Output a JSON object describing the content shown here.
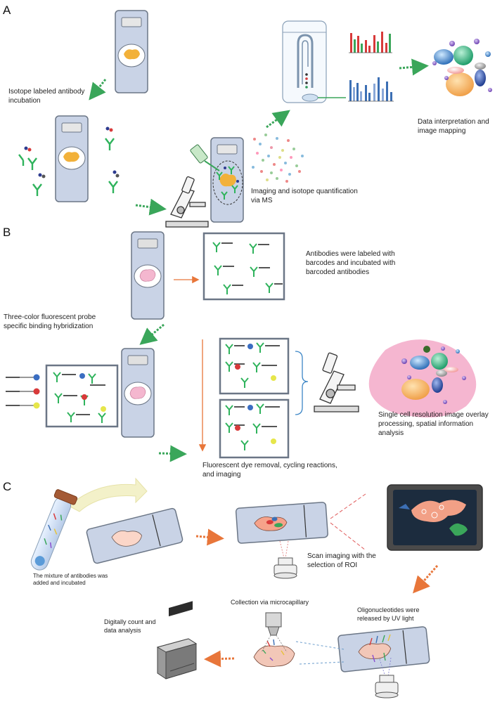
{
  "panels": {
    "a": {
      "letter": "A",
      "label_antibody_line1": "Isotope labeled antibody",
      "label_antibody_line2": "incubation",
      "label_imaging_line1": "Imaging and isotope quantification",
      "label_imaging_line2": "via MS",
      "label_data_line1": "Data interpretation and",
      "label_data_line2": "image mapping"
    },
    "b": {
      "letter": "B",
      "label_barcodes_line1": "Antibodies were labeled with",
      "label_barcodes_line2": "barcodes and incubated with",
      "label_barcodes_line3": "barcoded antibodies",
      "label_probe_line1": "Three-color fluorescent probe",
      "label_probe_line2": "specific binding hybridization",
      "label_cycling_line1": "Fluorescent dye removal, cycling reactions,",
      "label_cycling_line2": "and imaging",
      "label_single_line1": "Single cell resolution image overlay",
      "label_single_line2": "processing, spatial information",
      "label_single_line3": "analysis"
    },
    "c": {
      "letter": "C",
      "label_mixture_line1": "The mixture of antibodies was",
      "label_mixture_line2": "added and incubated",
      "label_scan_line1": "Scan imaging with the",
      "label_scan_line2": "selection of ROI",
      "label_uv_line1": "Oligonucleotides were",
      "label_uv_line2": "released by UV light",
      "label_collection": "Collection via microcapillary",
      "label_digital_line1": "Digitally count and",
      "label_digital_line2": "data analysis"
    }
  },
  "colors": {
    "slide_fill": "#c9d3e6",
    "slide_stroke": "#6b7686",
    "tissue_orange": "#f2b13a",
    "tissue_pink": "#f4b7cf",
    "antibody_green": "#2fb35c",
    "arrow_green": "#3aa65a",
    "arrow_orange": "#e8763a",
    "bar_red": "#d83a3a",
    "bar_blue": "#3c6fb4"
  }
}
